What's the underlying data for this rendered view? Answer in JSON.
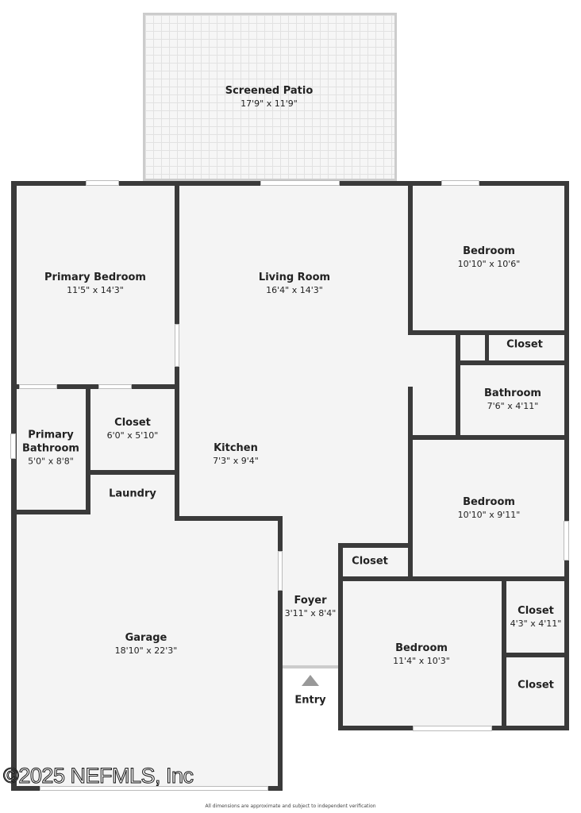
{
  "rooms": {
    "patio": {
      "name": "Screened Patio",
      "dims": "17'9\" x 11'9\""
    },
    "primary_bedroom": {
      "name": "Primary Bedroom",
      "dims": "11'5\" x 14'3\""
    },
    "living_room": {
      "name": "Living Room",
      "dims": "16'4\" x 14'3\""
    },
    "bedroom_ne": {
      "name": "Bedroom",
      "dims": "10'10\" x 10'6\""
    },
    "closet_ne": {
      "name": "Closet"
    },
    "bathroom": {
      "name": "Bathroom",
      "dims": "7'6\" x 4'11\""
    },
    "primary_bathroom": {
      "name": "Primary Bathroom",
      "dims": "5'0\" x 8'8\""
    },
    "closet_primary": {
      "name": "Closet",
      "dims": "6'0\" x 5'10\""
    },
    "kitchen": {
      "name": "Kitchen",
      "dims": "7'3\" x 9'4\""
    },
    "laundry": {
      "name": "Laundry"
    },
    "bedroom_e": {
      "name": "Bedroom",
      "dims": "10'10\" x 9'11\""
    },
    "closet_foyer": {
      "name": "Closet"
    },
    "foyer": {
      "name": "Foyer",
      "dims": "3'11\" x 8'4\""
    },
    "closet_se1": {
      "name": "Closet",
      "dims": "4'3\" x 4'11\""
    },
    "garage": {
      "name": "Garage",
      "dims": "18'10\" x 22'3\""
    },
    "bedroom_se": {
      "name": "Bedroom",
      "dims": "11'4\" x 10'3\""
    },
    "closet_se2": {
      "name": "Closet"
    },
    "entry": {
      "name": "Entry"
    }
  },
  "watermark": "©2025 NEFMLS, Inc",
  "footnote": "All dimensions are approximate and subject to independent verification"
}
